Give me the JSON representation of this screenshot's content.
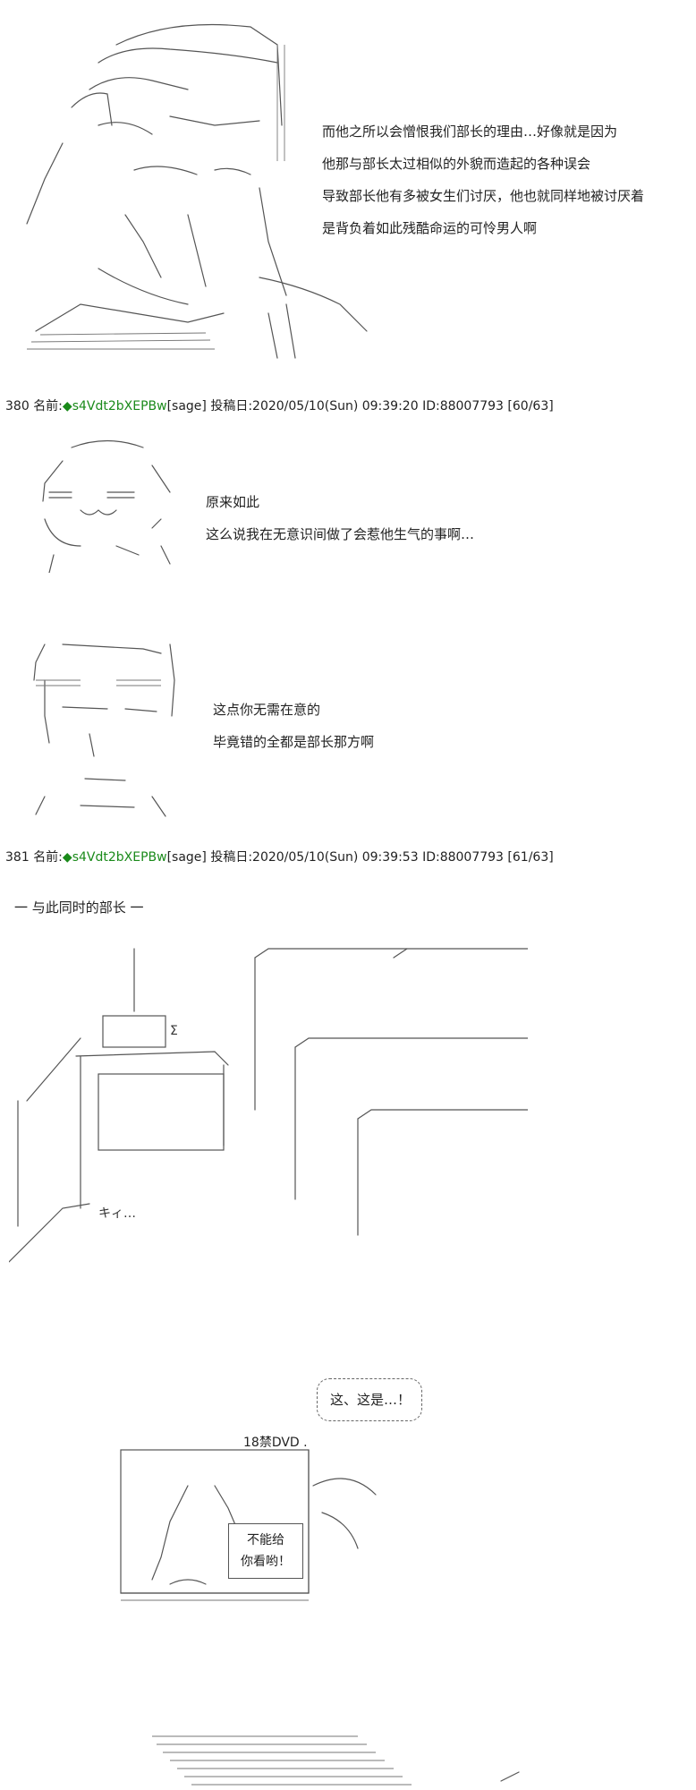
{
  "scene1": {
    "lines": [
      "而他之所以会憎恨我们部长的理由…好像就是因为",
      "他那与部长太过相似的外貌而造起的各种误会",
      "导致部长他有多被女生们讨厌，他也就同样地被讨厌着",
      "是背负着如此残酷命运的可怜男人啊"
    ]
  },
  "post380": {
    "number": "380",
    "name_label": "名前:",
    "diamond": "◆",
    "trip": "s4Vdt2bXEPBw",
    "mail": "[sage]",
    "date_label": "投稿日:",
    "date": "2020/05/10(Sun) 09:39:20",
    "id": "ID:88007793",
    "count": "[60/63]"
  },
  "scene2": {
    "lines": [
      "原来如此",
      "这么说我在无意识间做了会惹他生气的事啊…"
    ]
  },
  "scene3": {
    "lines": [
      "这点你无需在意的",
      "毕竟错的全都是部长那方啊"
    ]
  },
  "post381": {
    "number": "381",
    "name_label": "名前:",
    "diamond": "◆",
    "trip": "s4Vdt2bXEPBw",
    "mail": "[sage]",
    "date_label": "投稿日:",
    "date": "2020/05/10(Sun) 09:39:53",
    "id": "ID:88007793",
    "count": "[61/63]"
  },
  "scene4": {
    "title": "一 与此同时的部长 一",
    "sfx_sigma": "Σ",
    "sfx_ki": "キィ…"
  },
  "scene5": {
    "bubble": "这、这是…！",
    "dvd_label": "18禁DVD .",
    "sign_line1": "不能给",
    "sign_line2": "你看哟！"
  }
}
